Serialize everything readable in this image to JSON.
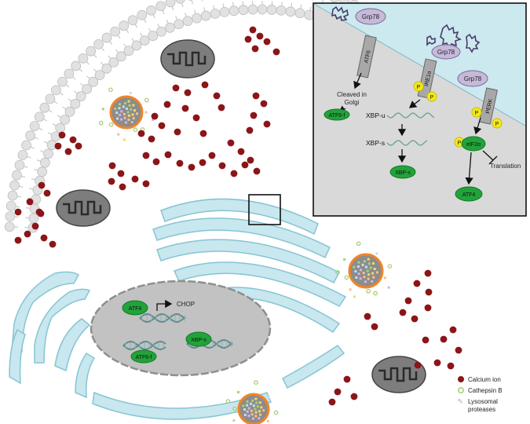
{
  "inset": {
    "grp78_labels": [
      "Grp78",
      "Grp78",
      "Grp78"
    ],
    "atf6_sensor": "ATF6",
    "ire1_sensor": "IRE1α",
    "perk_sensor": "PERK",
    "cleaved_text_line1": "Cleaved in",
    "cleaved_text_line2": "Golgi",
    "atf6f_label": "ATF6-f",
    "phospho_label": "P",
    "xbp_u_label": "XBP-u",
    "xbp_s_label": "XBP-s",
    "xbp_s_protein": "XBP-s",
    "eif2a_label": "eIF2α",
    "translation_label": "Translation",
    "atf4_label": "ATF4"
  },
  "nucleus": {
    "atf4_label": "ATF4",
    "chop_label": "CHOP",
    "xbp_s_label": "XBP-s",
    "atf6f_label": "ATF6-f"
  },
  "legend": {
    "items": [
      {
        "label": "Calcium ion",
        "color": "#8b1518"
      },
      {
        "label": "Cathepsin B",
        "color": "#a9cf7a"
      },
      {
        "label": "Lysosomal",
        "color": "#f6c08a"
      }
    ],
    "continuation": "proteases"
  },
  "colors": {
    "er_fill": "#c8e7ee",
    "er_stroke": "#86c5d3",
    "calcium": "#8b1518",
    "protein_green": "#22a33a",
    "phospho_yellow": "#f2ea18",
    "grp78": "#c6b9d9",
    "lysosome_orange": "#f08528"
  }
}
